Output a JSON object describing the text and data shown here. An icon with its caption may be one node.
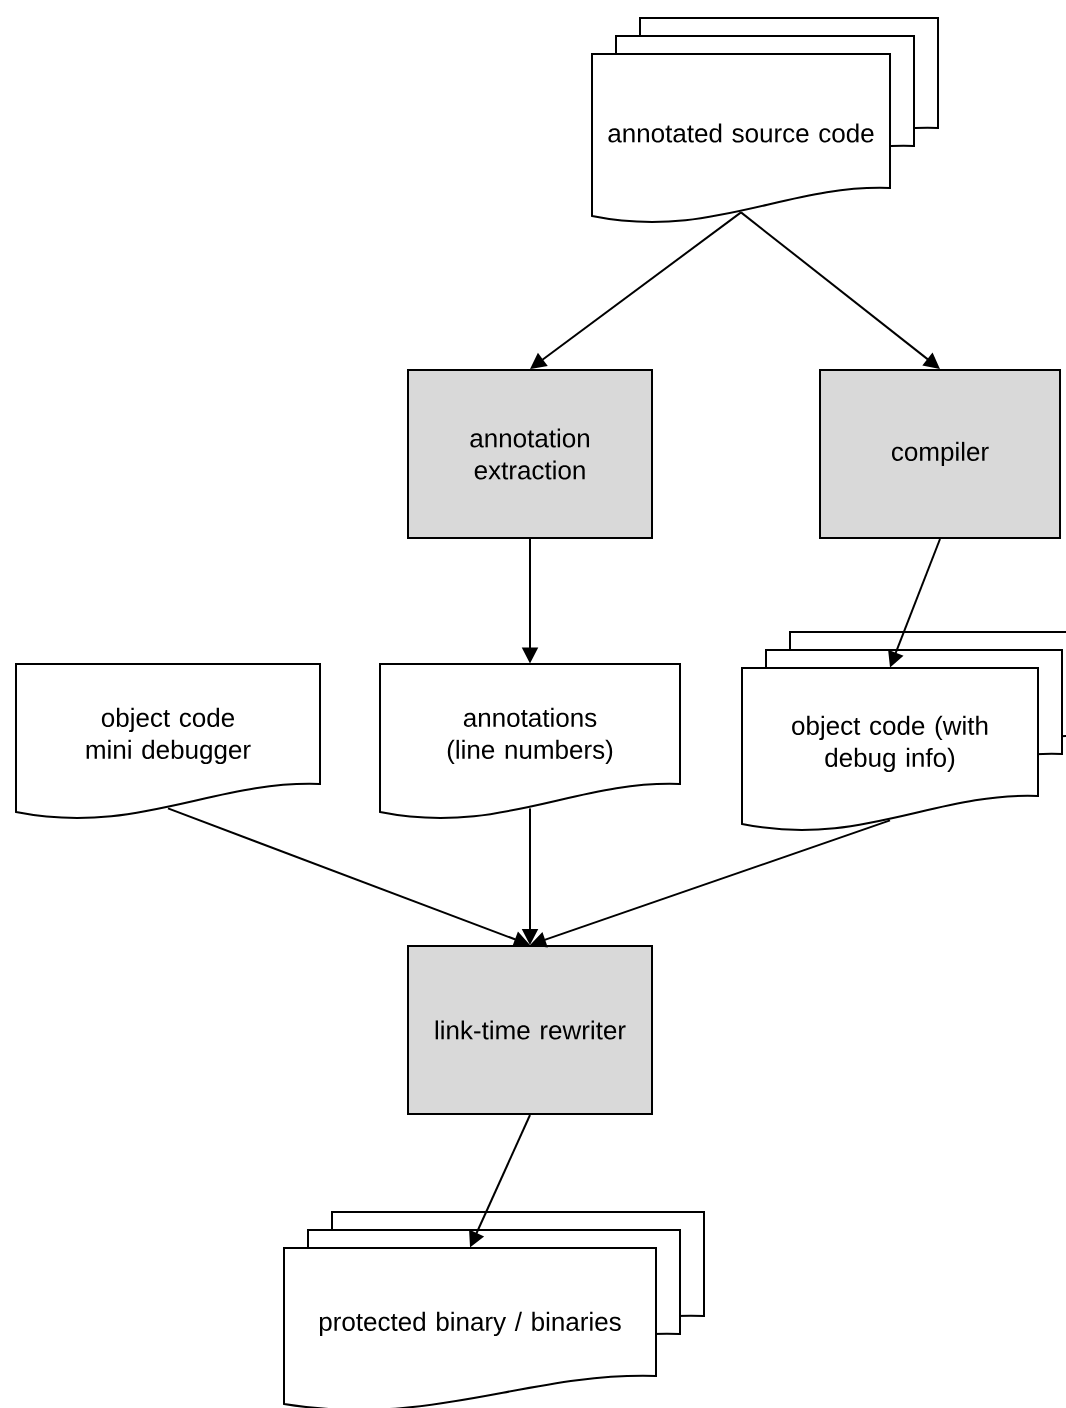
{
  "diagram": {
    "nodes": [
      {
        "text": [
          "annotated source code"
        ]
      },
      {
        "text": [
          "annotation extraction"
        ]
      },
      {
        "text": [
          "compiler"
        ]
      },
      {
        "text": [
          "object code mini debugger"
        ]
      },
      {
        "text": [
          "annotations (line numbers)"
        ]
      },
      {
        "text": [
          "object code (with debug info)"
        ]
      },
      {
        "text": [
          "link-time rewriter"
        ]
      },
      {
        "text": [
          "protected binary / binaries"
        ]
      }
    ],
    "edges": [
      {
        "from": 0,
        "to": 1,
        "arrow": "to"
      },
      {
        "from": 0,
        "to": 2,
        "arrow": "to"
      },
      {
        "from": 1,
        "to": 4,
        "arrow": "to"
      },
      {
        "from": 2,
        "to": 5,
        "arrow": "to"
      },
      {
        "from": 3,
        "to": 6,
        "arrow": "to"
      },
      {
        "from": 4,
        "to": 6,
        "arrow": "to"
      },
      {
        "from": 5,
        "to": 6,
        "arrow": "to"
      },
      {
        "from": 6,
        "to": 7,
        "arrow": "to"
      }
    ]
  }
}
